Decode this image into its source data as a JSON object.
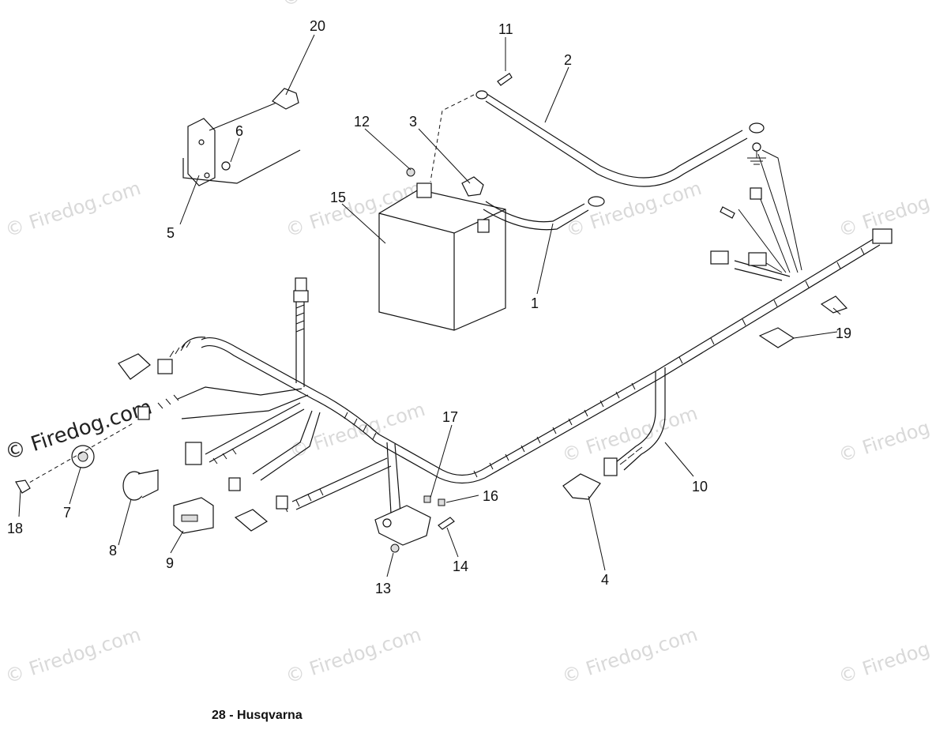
{
  "watermarks": [
    "© Firedog.com",
    "© Firedog.com",
    "© Firedog.com",
    "© Firedog.com",
    "© Firedog.com",
    "© Firedog.com",
    "© Firedog.com",
    "© Firedog.com",
    "© Firedog.com",
    "© Firedog.com",
    "© Firedog.com",
    "© Firedog.com"
  ],
  "watermark_dark": "© Firedog.com",
  "callouts": {
    "c1": "1",
    "c2": "2",
    "c3": "3",
    "c4": "4",
    "c5": "5",
    "c6": "6",
    "c7": "7",
    "c8": "8",
    "c9": "9",
    "c10": "10",
    "c11": "11",
    "c12": "12",
    "c13": "13",
    "c14": "14",
    "c15": "15",
    "c16": "16",
    "c17": "17",
    "c18": "18",
    "c19": "19",
    "c20": "20"
  },
  "caption": "28 - Husqvarna"
}
